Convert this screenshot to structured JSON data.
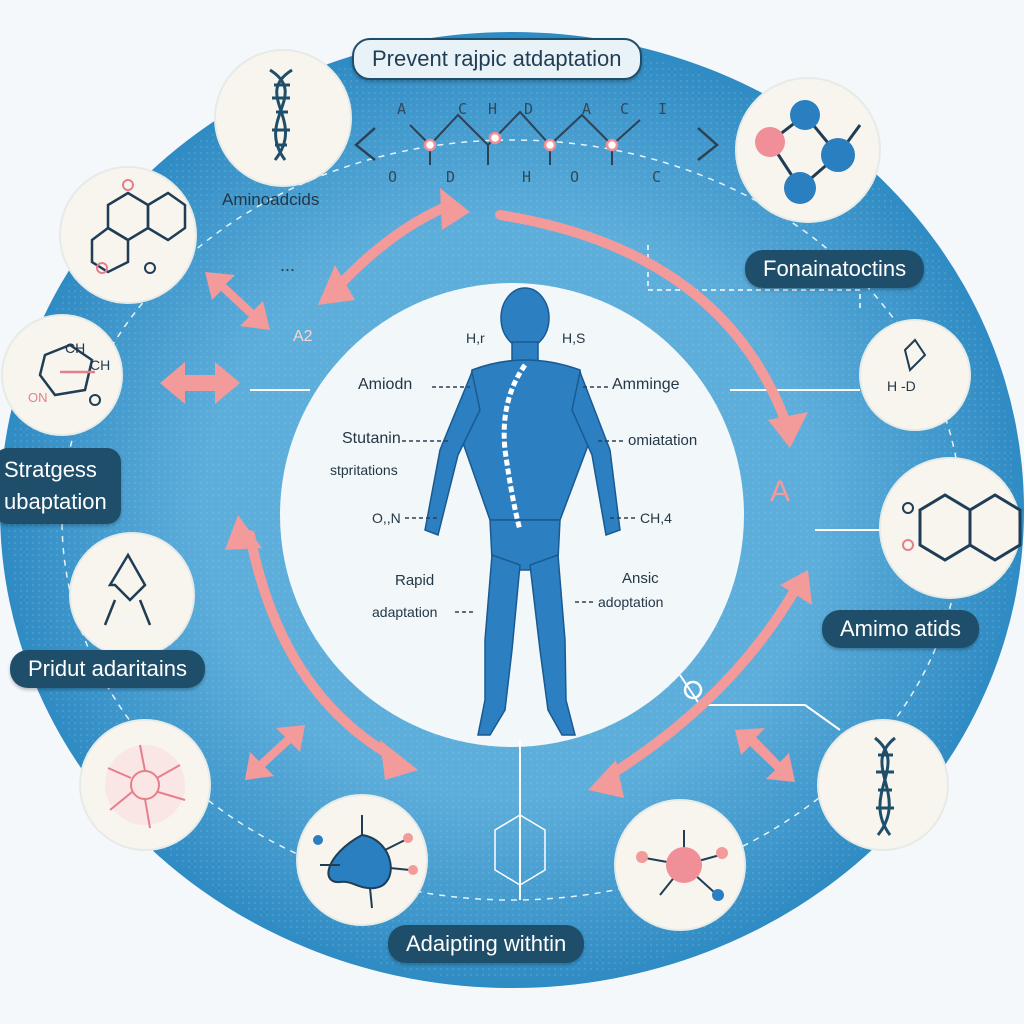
{
  "title": "Prevent rajpic atdaptation",
  "labels": {
    "amino_top": "Aminoadcids",
    "fonain": "Fonainatoctins",
    "strategies_l1": "Stratgess",
    "strategies_l2": "ubaptation",
    "pridut": "Pridut adaritains",
    "amimo": "Amimo atids",
    "adapting": "Adaipting withtin"
  },
  "center_labels": {
    "amiodn": "Amiodn",
    "amminge": "Amminge",
    "stutanin": "Stutanin",
    "stpritations": "stpritations",
    "omiatation": "omiatation",
    "on": "O,,N",
    "ch4": "CH,4",
    "rapid": "Rapid",
    "adaptation": "adaptation",
    "ansic": "Ansic",
    "adoption": "adoptation",
    "hr": "H,r",
    "hs": "H,S"
  },
  "chain_letters": {
    "top": [
      "A",
      "C",
      "H",
      "D",
      "A",
      "C",
      "I"
    ],
    "bottom": [
      "O",
      "D",
      "H",
      "O",
      "C"
    ]
  },
  "misc": {
    "a2": "A2",
    "dots": "...",
    "big_a": "A",
    "ch_top": "CH",
    "ch_mid": "CH",
    "on_left": "ON",
    "h_d": "H -D"
  },
  "colors": {
    "ring": "#3b97c9",
    "ring_light": "#8cc5e3",
    "arrow": "#f39a9a",
    "pill": "#1f4e6b",
    "body": "#2c7fc0"
  }
}
